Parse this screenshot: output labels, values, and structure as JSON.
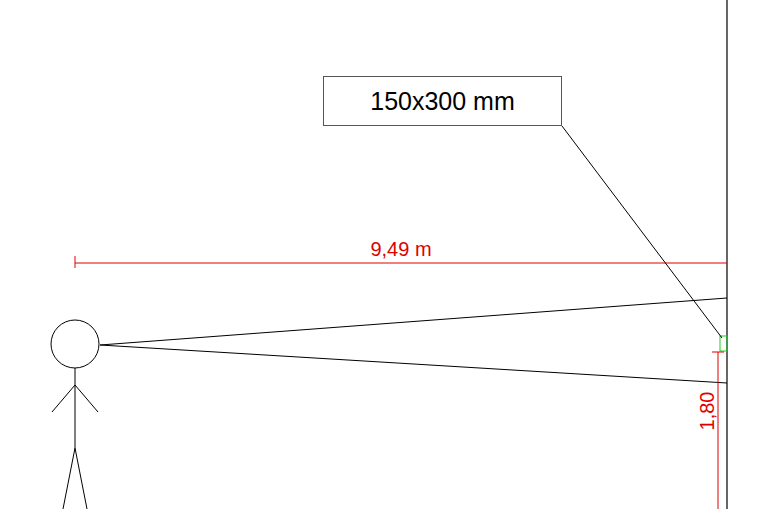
{
  "diagram": {
    "nodes": [
      {
        "text": [
          "150x300 mm"
        ]
      }
    ],
    "labels": [
      "9,49 m",
      "1,80"
    ]
  }
}
